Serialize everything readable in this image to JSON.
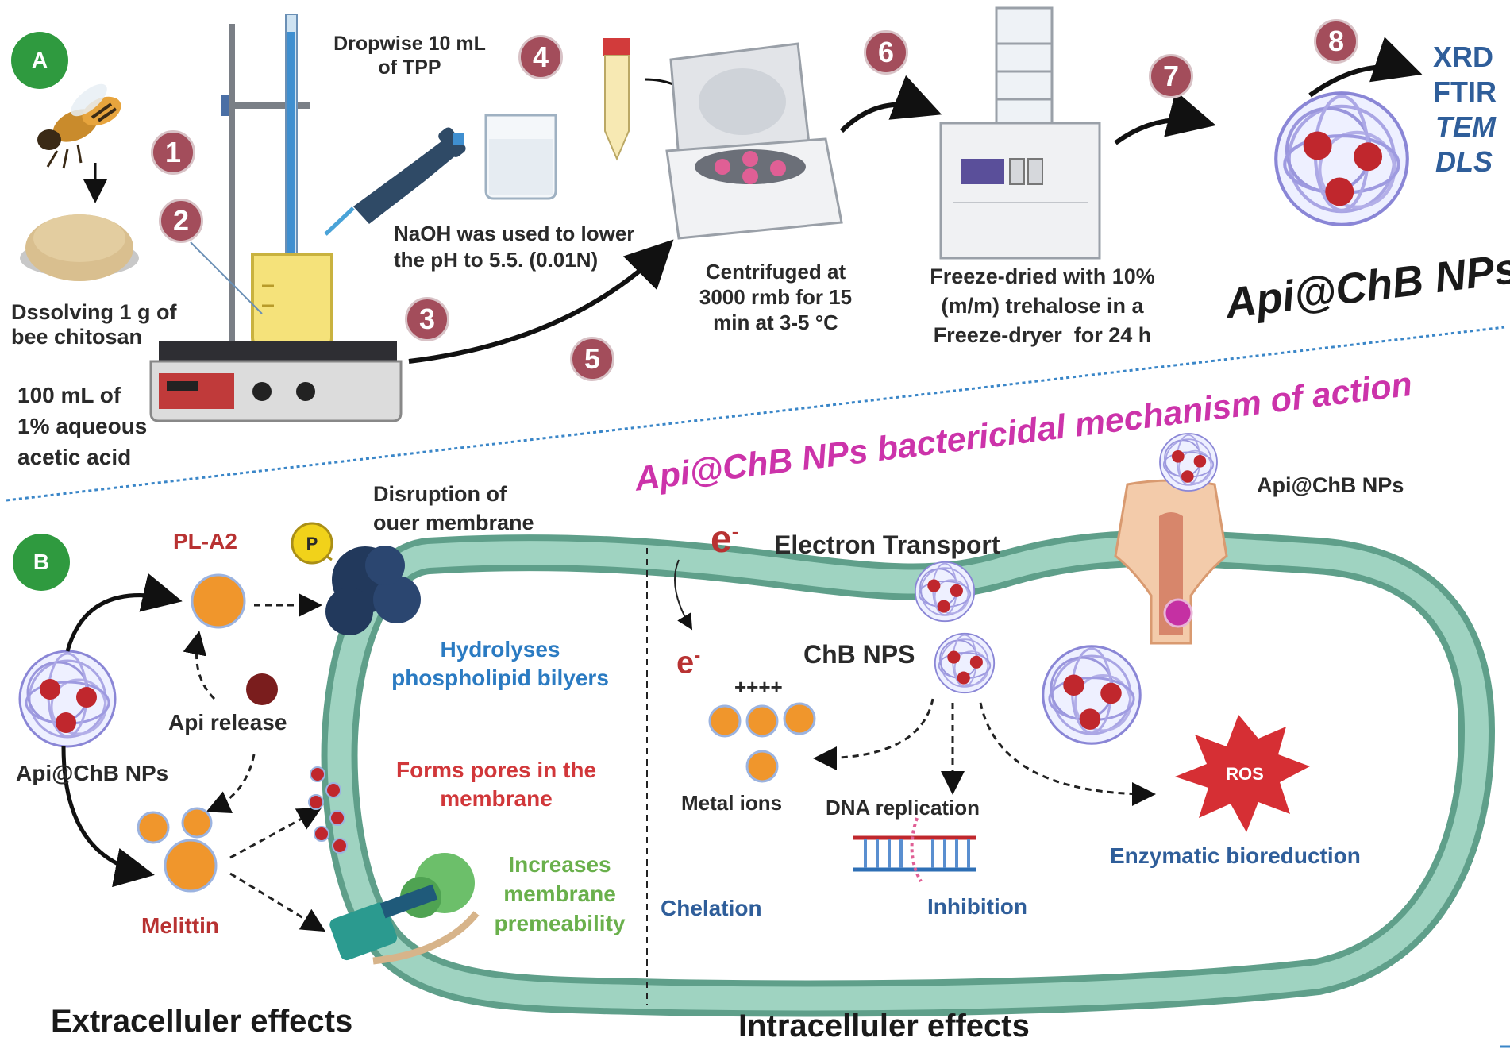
{
  "panelA": {
    "label": "A",
    "steps": [
      "1",
      "2",
      "3",
      "4",
      "5",
      "6",
      "7",
      "8"
    ],
    "dissolving": "Dssolving 1 g of\nbee chitosan",
    "acetic": "100 mL of\n1% aqueous\nacetic acid",
    "tpp": "Dropwise 10 mL\nof TPP",
    "naoh": "NaOH was used to lower\nthe pH to 5.5. (0.01N)",
    "centrifuge": "Centrifuged at\n3000 rmb for 15\nmin at 3-5 °C",
    "freeze": "Freeze-dried with 10%\n(m/m) trehalose in a\nFreeze-dryer  for 24 h",
    "analysis": [
      "XRD",
      "FTIR",
      "TEM",
      "DLS"
    ],
    "product": "Api@ChB NPs"
  },
  "mechanism_title": "Api@ChB NPs bactericidal mechanism of action",
  "panelB": {
    "label": "B",
    "pla2": "PL-A2",
    "disruption": "Disruption of\nouer membrane",
    "phosphate": "P",
    "hydrolyses": "Hydrolyses\nphospholipid bilyers",
    "api_release": "Api release",
    "np_left": "Api@ChB NPs",
    "melittin": "Melittin",
    "pores": "Forms pores in the\nmembrane",
    "permeability": "Increases\nmembrane\npremeability",
    "electron_symbol": "e",
    "electron_charge": "-",
    "electron_transport": "Electron Transport",
    "chb_nps": "ChB NPS",
    "charges": "++++",
    "metal_ions": "Metal ions",
    "dna_replication": "DNA replication",
    "ros": "ROS",
    "enzymatic": "Enzymatic bioreduction",
    "chelation": "Chelation",
    "inhibition": "Inhibition",
    "np_top_right": "Api@ChB NPs",
    "extracellular": "Extracelluler effects",
    "intracellular": "Intracelluler effects"
  },
  "colors": {
    "badge": "#a34d5b",
    "panel": "#2f9a3f",
    "membrane": "#8fc9b6",
    "blue_label": "#2b7bc2",
    "red_label": "#d1373a",
    "green_label": "#6ab04c",
    "navy_label": "#2f5e9a",
    "magenta_title": "#cc33aa"
  }
}
